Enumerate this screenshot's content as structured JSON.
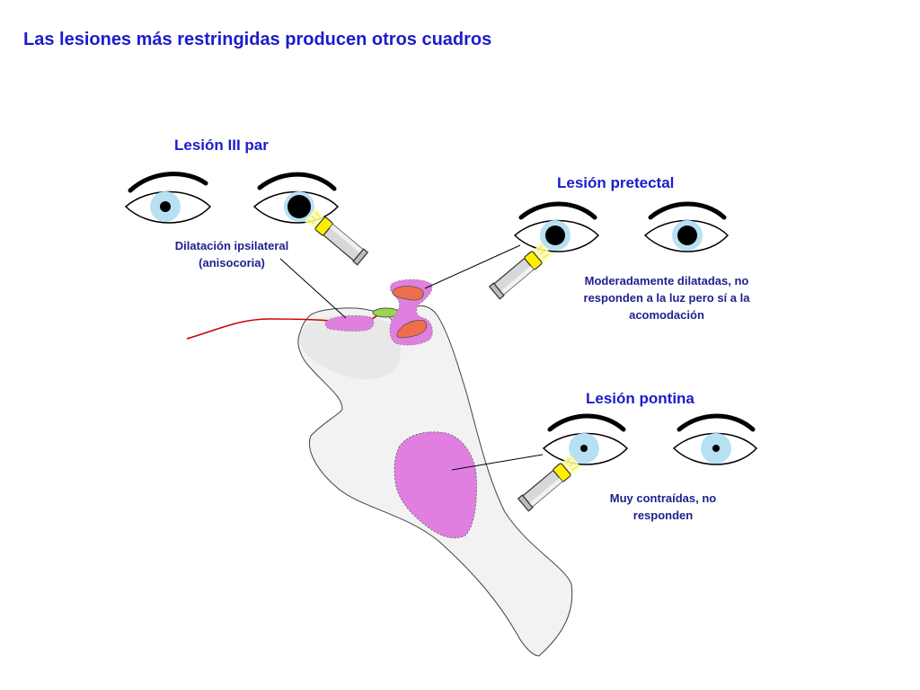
{
  "title": "Las lesiones más restringidas producen otros cuadros",
  "sections": {
    "third_nerve": {
      "heading": "Lesión III par",
      "caption": [
        "Dilatación ipsilateral",
        "(anisocoria)"
      ]
    },
    "pretectal": {
      "heading": "Lesión pretectal",
      "caption": [
        "Moderadamente dilatadas, no",
        "responden a la luz pero sí a la",
        "acomodación"
      ]
    },
    "pontine": {
      "heading": "Lesión pontina",
      "caption": [
        "Muy contraídas, no",
        "responden"
      ]
    }
  },
  "colors": {
    "title": "#1c1ccc",
    "caption": "#20208e",
    "iris": "#b7e1f3",
    "lesion_magenta": "#e07fe0",
    "lesion_orange": "#ee6d4c",
    "lesion_green": "#9ad54c",
    "nerve_red": "#cc0000",
    "brainstem_fill": "#f2f2f2"
  }
}
